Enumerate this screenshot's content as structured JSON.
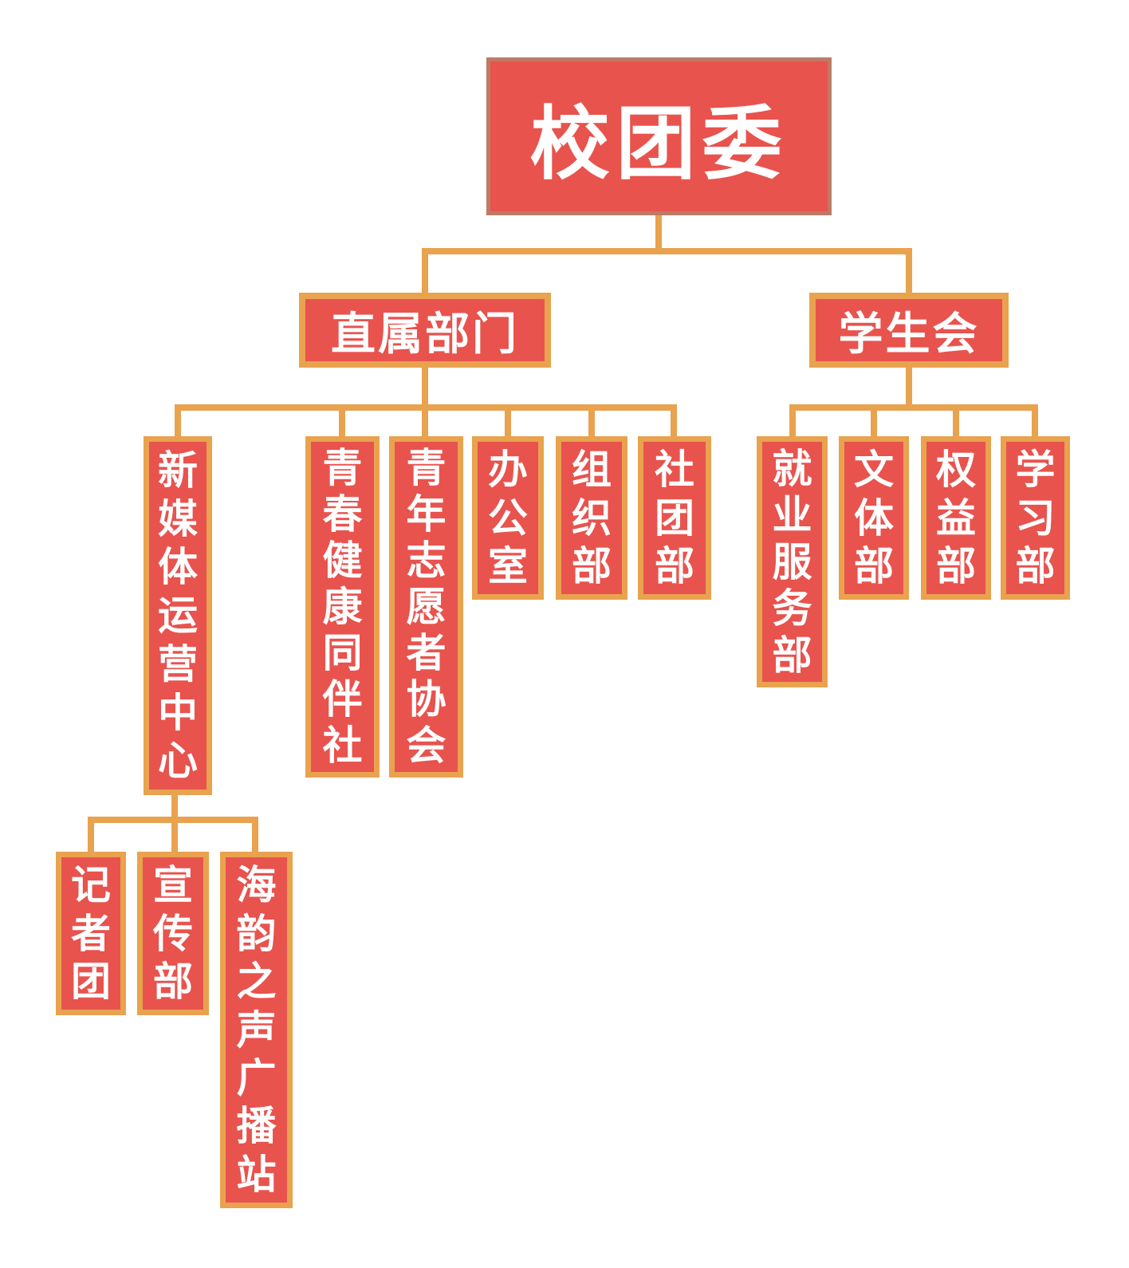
{
  "org": {
    "root": {
      "label": "校团委"
    },
    "branches": [
      {
        "label": "直属部门",
        "children": [
          {
            "label": "新媒体运营中心",
            "children": [
              {
                "label": "记者团"
              },
              {
                "label": "宣传部"
              },
              {
                "label": "海韵之声广播站"
              }
            ]
          },
          {
            "label": "青春健康同伴社"
          },
          {
            "label": "青年志愿者协会"
          },
          {
            "label": "办公室"
          },
          {
            "label": "组织部"
          },
          {
            "label": "社团部"
          }
        ]
      },
      {
        "label": "学生会",
        "children": [
          {
            "label": "就业服务部"
          },
          {
            "label": "文体部"
          },
          {
            "label": "权益部"
          },
          {
            "label": "学习部"
          }
        ]
      }
    ]
  },
  "colors": {
    "box_fill": "#e8534e",
    "box_border": "#e9a24e",
    "root_border": "#bf7a66",
    "connector": "#e9a24e",
    "text": "#ffffff",
    "background": "#ffffff"
  }
}
